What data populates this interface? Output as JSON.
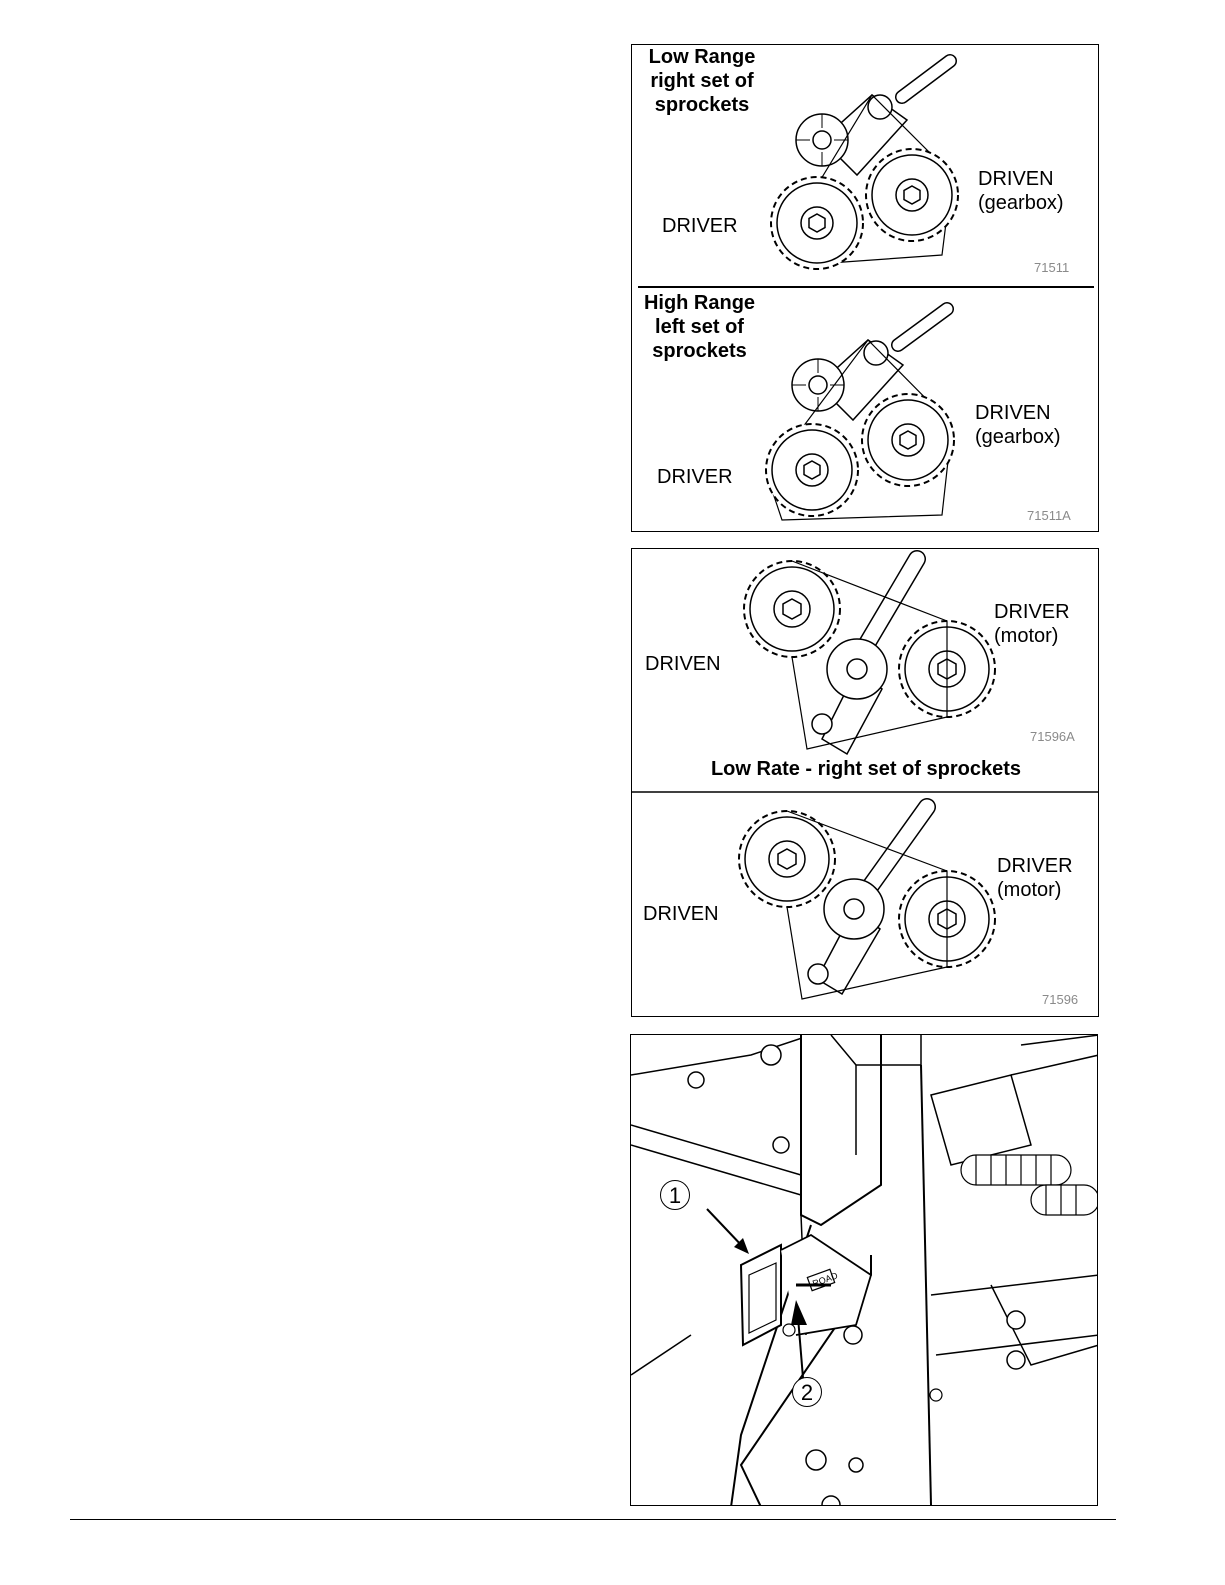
{
  "figure1": {
    "top": {
      "title": "Low Range\nright set of\nsprockets",
      "driver": "DRIVER",
      "driven": "DRIVEN\n(gearbox)",
      "fig_id": "71511"
    },
    "bottom": {
      "title": "High Range\nleft set of\nsprockets",
      "driver": "DRIVER",
      "driven": "DRIVEN\n(gearbox)",
      "fig_id": "71511A"
    }
  },
  "figure2": {
    "top": {
      "driven": "DRIVEN",
      "driver": "DRIVER\n(motor)",
      "fig_id": "71596A",
      "caption": "Low Rate - right set of sprockets"
    },
    "bottom": {
      "driven": "DRIVEN",
      "driver": "DRIVER\n(motor)",
      "fig_id": "71596"
    }
  },
  "figure3": {
    "callout_1": "1",
    "callout_2": "2",
    "road_label": "ROAD"
  }
}
